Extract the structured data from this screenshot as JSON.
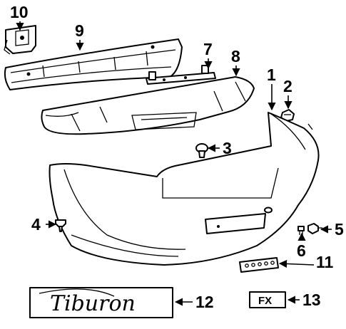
{
  "diagram": {
    "callouts": [
      {
        "id": "10",
        "label": "10"
      },
      {
        "id": "9",
        "label": "9"
      },
      {
        "id": "7",
        "label": "7"
      },
      {
        "id": "8",
        "label": "8"
      },
      {
        "id": "1",
        "label": "1"
      },
      {
        "id": "2",
        "label": "2"
      },
      {
        "id": "3",
        "label": "3"
      },
      {
        "id": "4",
        "label": "4"
      },
      {
        "id": "5",
        "label": "5"
      },
      {
        "id": "6",
        "label": "6"
      },
      {
        "id": "11",
        "label": "11"
      },
      {
        "id": "12",
        "label": "12"
      },
      {
        "id": "13",
        "label": "13"
      }
    ],
    "emblems": {
      "tiburon": "Tiburon",
      "fx": "FX"
    }
  }
}
